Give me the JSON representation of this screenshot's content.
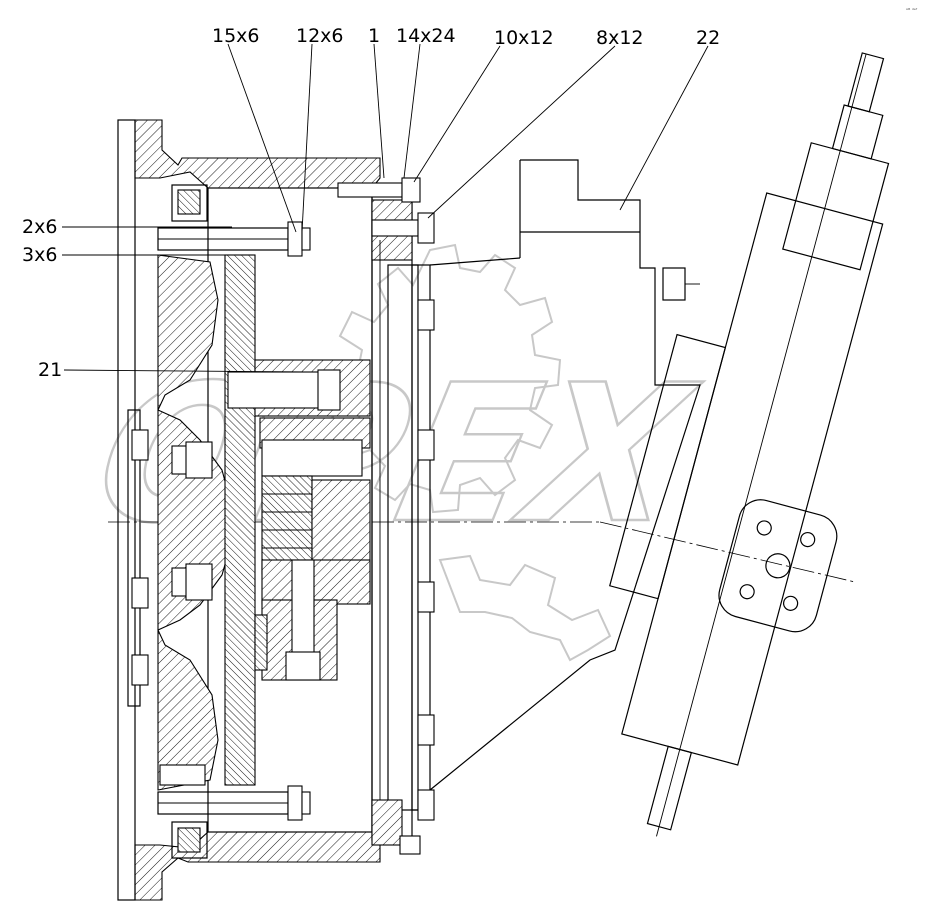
{
  "drawing": {
    "corner_mark": "ᴬᴮ ᵈᵉᶠ"
  },
  "callouts": {
    "c15x6": "15x6",
    "c12x6": "12x6",
    "c1": "1",
    "c14x24": "14x24",
    "c10x12": "10x12",
    "c8x12": "8x12",
    "c22": "22",
    "c2x6": "2x6",
    "c3x6": "3x6",
    "c21": "21"
  },
  "watermark": {
    "text": "OPEX"
  }
}
